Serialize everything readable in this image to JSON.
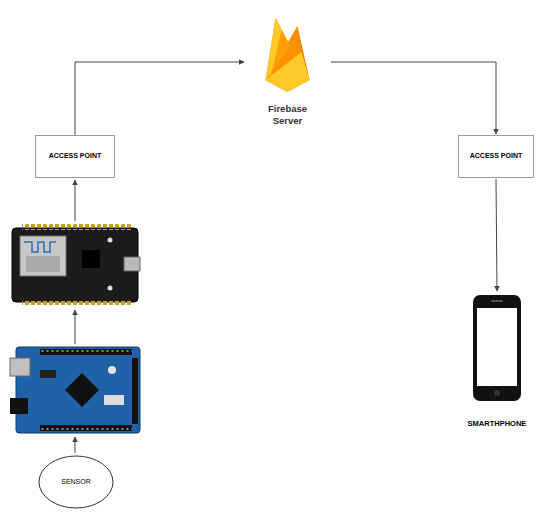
{
  "diagram": {
    "nodes": [
      {
        "text": [
          "Firebase Server"
        ]
      },
      {
        "text": [
          "ACCESS POINT"
        ]
      },
      {
        "text": [
          "ACCESS POINT"
        ]
      },
      {
        "text": [
          "SMARTHPHONE"
        ]
      },
      {
        "text": [
          "SENSOR"
        ]
      }
    ],
    "edges": [
      {
        "from": 1,
        "to": 0,
        "arrow": "to"
      },
      {
        "from": 0,
        "to": 2,
        "arrow": "to"
      },
      {
        "from": 2,
        "to": 3,
        "arrow": "to"
      }
    ]
  }
}
